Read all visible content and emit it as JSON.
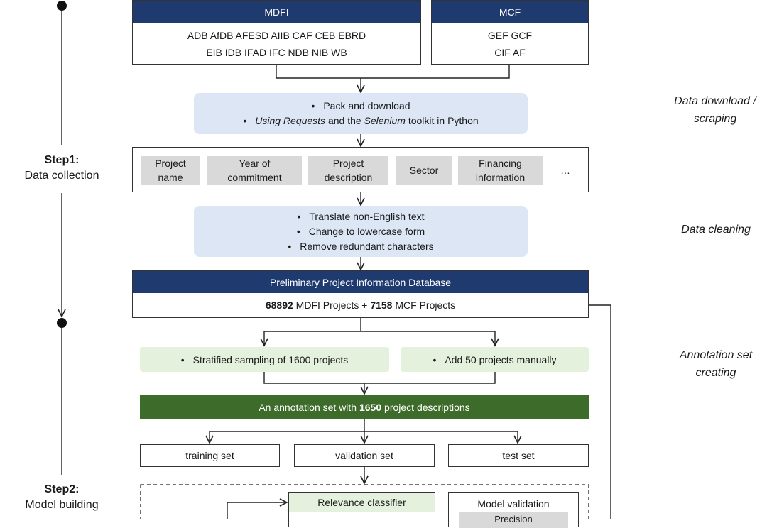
{
  "top": {
    "mdfi_header": "MDFI",
    "mdfi_line1": "ADB AfDB AFESD AIIB CAF CEB EBRD",
    "mdfi_line2": "EIB IDB IFAD IFC NDB NIB WB",
    "mcf_header": "MCF",
    "mcf_line1": "GEF GCF",
    "mcf_line2": "CIF AF"
  },
  "download": {
    "line1": "Pack and download",
    "line2_a": "Using Requests",
    "line2_b": " and the ",
    "line2_c": "Selenium",
    "line2_d": " toolkit in Python"
  },
  "fields": [
    "Project\nname",
    "Year of\ncommitment",
    "Project\ndescription",
    "Sector",
    "Financing\ninformation",
    "…"
  ],
  "cleaning": [
    "Translate non-English text",
    "Change to lowercase form",
    "Remove redundant characters"
  ],
  "database": {
    "header": "Preliminary Project Information Database",
    "count1": "68892",
    "text1": " MDFI Projects + ",
    "count2": "7158",
    "text2": " MCF Projects"
  },
  "sampling": {
    "left": "Stratified sampling of 1600 projects",
    "right": "Add 50 projects manually"
  },
  "annotation": {
    "pre": "An annotation set with ",
    "count": "1650",
    "post": " project descriptions"
  },
  "splits": [
    "training set",
    "validation set",
    "test set"
  ],
  "model": {
    "classifier": "Relevance classifier",
    "validation": "Model validation",
    "precision": "Precision"
  },
  "steps": {
    "step1_title": "Step1:",
    "step1_sub": "Data collection",
    "step2_title": "Step2:",
    "step2_sub": "Model building"
  },
  "side_labels": {
    "download_1": "Data download /",
    "download_2": "scraping",
    "cleaning": "Data cleaning",
    "annotation_1": "Annotation set",
    "annotation_2": "creating"
  },
  "colors": {
    "navy_header": "#1f3a6e",
    "green_header": "#3d6b2a",
    "light_blue": "#dce6f4",
    "light_green": "#e4f1dc",
    "chip_gray": "#d9d9d9"
  }
}
